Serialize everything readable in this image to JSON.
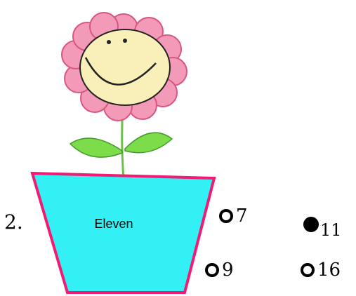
{
  "question": {
    "number": "2.",
    "word": "Eleven"
  },
  "options": [
    {
      "label": "7",
      "selected": false
    },
    {
      "label": "11",
      "selected": true
    },
    {
      "label": "9",
      "selected": false
    },
    {
      "label": "16",
      "selected": false
    }
  ],
  "colors": {
    "pot_fill": "#33f0f4",
    "pot_border": "#f21b73",
    "petal": "#f29ab8",
    "petal_outline": "#d9567f",
    "face": "#f8f0b8",
    "leaf": "#7ddc4a",
    "stem": "#6cc04a"
  },
  "icons": [
    "smiling-flower-image",
    "flower-pot-image"
  ]
}
